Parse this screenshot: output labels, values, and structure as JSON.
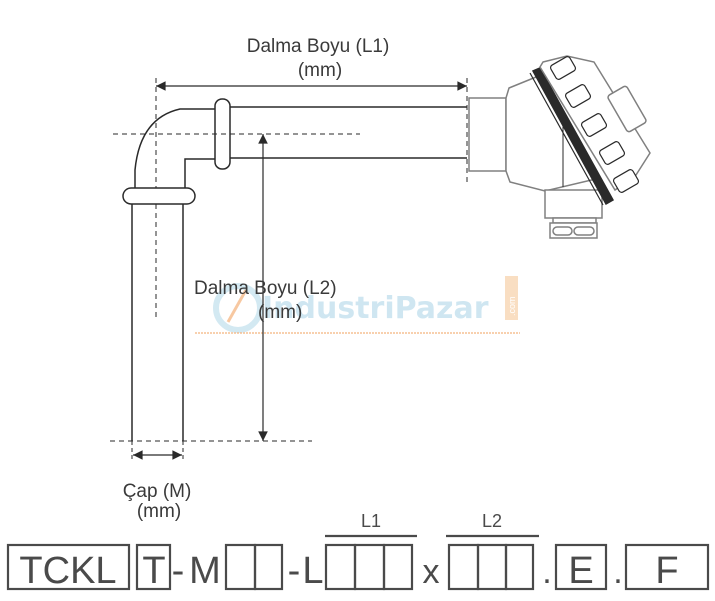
{
  "diagram": {
    "labels": {
      "l1_title": "Dalma Boyu (L1)",
      "l1_unit": "(mm)",
      "l2_title": "Dalma Boyu (L2)",
      "l2_unit": "(mm)",
      "diameter_title": "Çap (M)",
      "diameter_unit": "(mm)"
    },
    "watermark": {
      "text": "IndustriPazar",
      "suffix": ".com"
    },
    "colors": {
      "line": "#2a2a2a",
      "head_outline": "#808080",
      "text": "#3a3a3a",
      "watermark": "#a8d3e6",
      "watermark_accent": "#f5b27a"
    }
  },
  "order_code": {
    "prefix": "TCKL",
    "type": "T",
    "sep1": "-",
    "m_label": "M",
    "sep2": "-",
    "l_label": "L",
    "x_label": "x",
    "dot1": ".",
    "e_label": "E",
    "dot2": ".",
    "f_label": "F",
    "l1_group_label": "L1",
    "l2_group_label": "L2"
  }
}
